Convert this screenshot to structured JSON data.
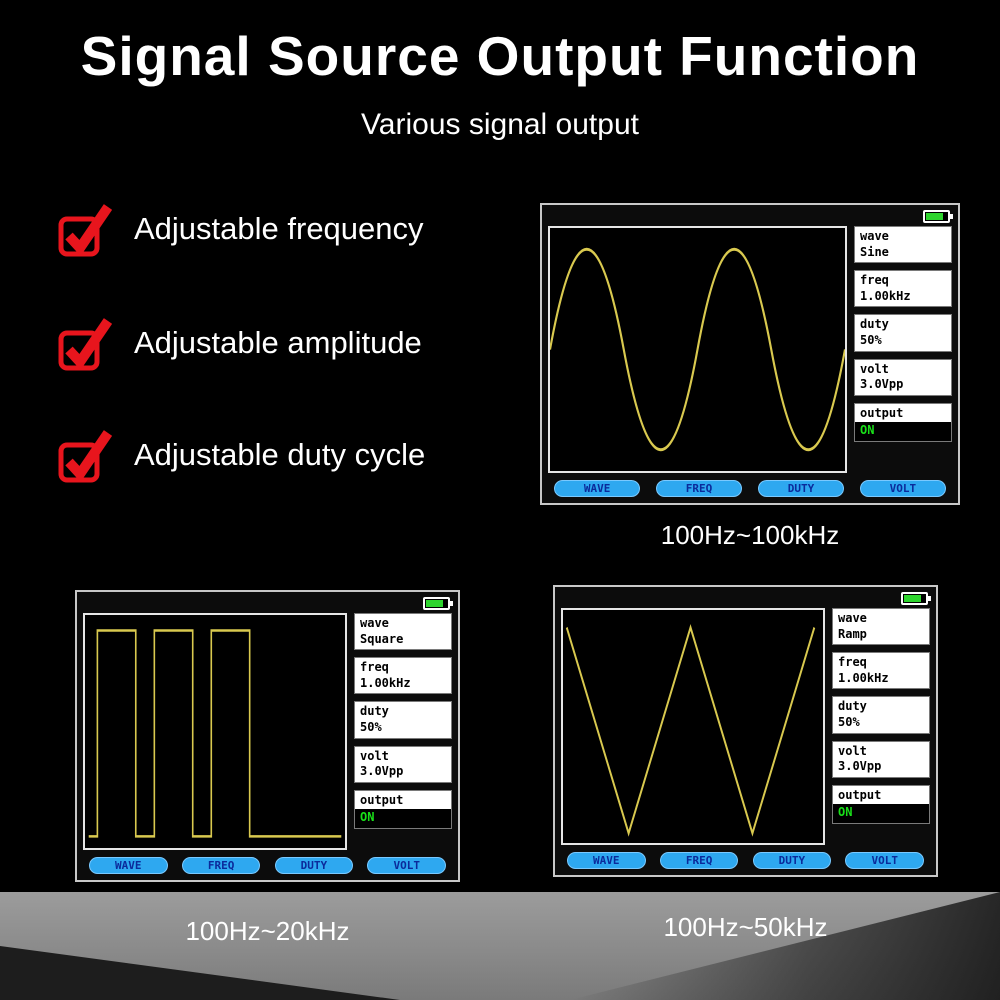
{
  "page": {
    "title": "Signal Source Output Function",
    "subtitle": "Various signal output"
  },
  "features": [
    {
      "label": "Adjustable frequency"
    },
    {
      "label": "Adjustable amplitude"
    },
    {
      "label": "Adjustable duty cycle"
    }
  ],
  "scopes": [
    {
      "wave_type": "sine",
      "caption": "100Hz~100kHz",
      "panel": [
        {
          "label": "wave",
          "value": "Sine"
        },
        {
          "label": "freq",
          "value": "1.00kHz"
        },
        {
          "label": "duty",
          "value": "50%"
        },
        {
          "label": "volt",
          "value": "3.0Vpp"
        }
      ],
      "output": {
        "label": "output",
        "value": "ON"
      },
      "buttons": [
        "WAVE",
        "FREQ",
        "DUTY",
        "VOLT"
      ]
    },
    {
      "wave_type": "square",
      "caption": "100Hz~20kHz",
      "panel": [
        {
          "label": "wave",
          "value": "Square"
        },
        {
          "label": "freq",
          "value": "1.00kHz"
        },
        {
          "label": "duty",
          "value": "50%"
        },
        {
          "label": "volt",
          "value": "3.0Vpp"
        }
      ],
      "output": {
        "label": "output",
        "value": "ON"
      },
      "buttons": [
        "WAVE",
        "FREQ",
        "DUTY",
        "VOLT"
      ]
    },
    {
      "wave_type": "ramp",
      "caption": "100Hz~50kHz",
      "panel": [
        {
          "label": "wave",
          "value": "Ramp"
        },
        {
          "label": "freq",
          "value": "1.00kHz"
        },
        {
          "label": "duty",
          "value": "50%"
        },
        {
          "label": "volt",
          "value": "3.0Vpp"
        }
      ],
      "output": {
        "label": "output",
        "value": "ON"
      },
      "buttons": [
        "WAVE",
        "FREQ",
        "DUTY",
        "VOLT"
      ]
    }
  ],
  "colors": {
    "accent_red": "#e8151d",
    "waveform_yellow": "#d9c94f",
    "button_blue": "#2ea8f0",
    "button_text_navy": "#0b2a9b",
    "output_on_green": "#19e019",
    "battery_green": "#2ed52e"
  }
}
